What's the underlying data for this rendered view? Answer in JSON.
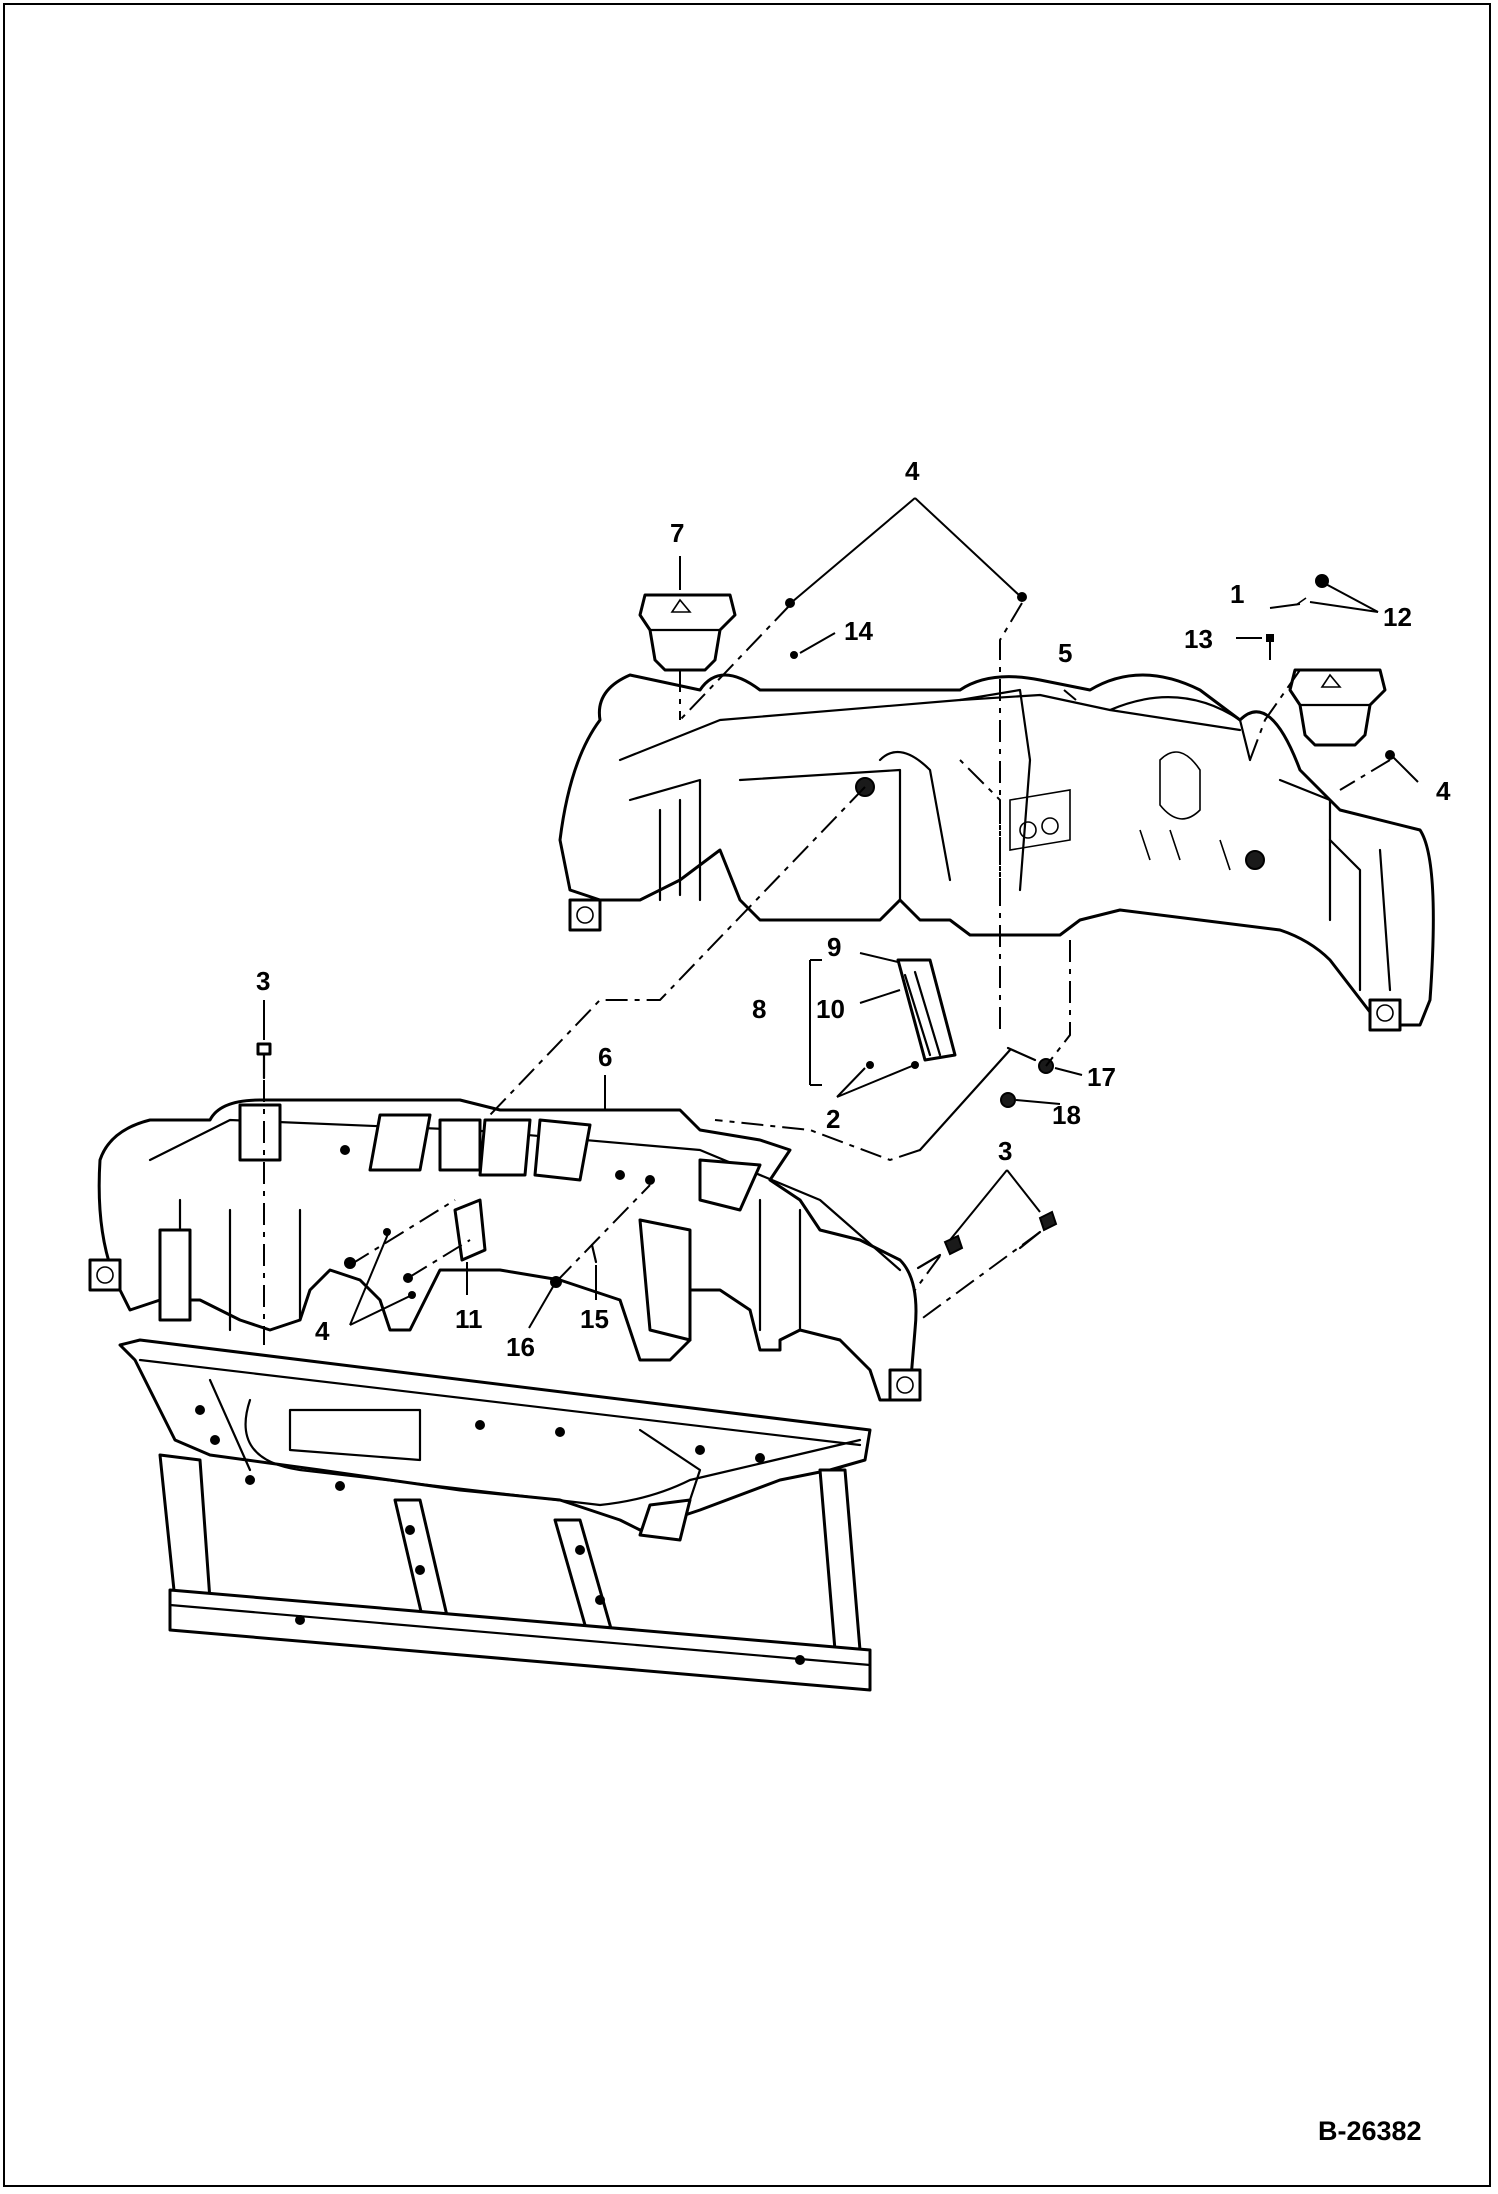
{
  "figure": {
    "id": "B-26382"
  },
  "callouts": [
    {
      "key": "c1",
      "text": "1"
    },
    {
      "key": "c2",
      "text": "2"
    },
    {
      "key": "c3a",
      "text": "3"
    },
    {
      "key": "c3b",
      "text": "3"
    },
    {
      "key": "c4a",
      "text": "4"
    },
    {
      "key": "c4b",
      "text": "4"
    },
    {
      "key": "c4c",
      "text": "4"
    },
    {
      "key": "c5",
      "text": "5"
    },
    {
      "key": "c6",
      "text": "6"
    },
    {
      "key": "c7",
      "text": "7"
    },
    {
      "key": "c8",
      "text": "8"
    },
    {
      "key": "c9",
      "text": "9"
    },
    {
      "key": "c10",
      "text": "10"
    },
    {
      "key": "c11",
      "text": "11"
    },
    {
      "key": "c12",
      "text": "12"
    },
    {
      "key": "c13",
      "text": "13"
    },
    {
      "key": "c14",
      "text": "14"
    },
    {
      "key": "c15",
      "text": "15"
    },
    {
      "key": "c16",
      "text": "16"
    },
    {
      "key": "c17",
      "text": "17"
    },
    {
      "key": "c18",
      "text": "18"
    }
  ],
  "icons": {
    "upper_shroud": "upper-cover-shroud-drawing",
    "lower_shroud": "lower-cover-shroud-drawing",
    "frame": "machine-frame-drawing",
    "mount": "rubber-mount-drawing"
  }
}
